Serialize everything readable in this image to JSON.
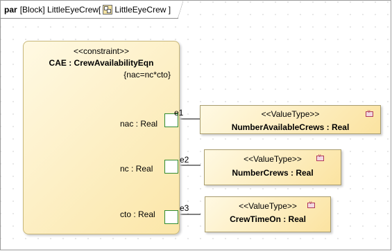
{
  "frame": {
    "keyword": "par",
    "header_text": "[Block] LittleEyeCrew[",
    "block_name": "LittleEyeCrew ]",
    "block_icon": "block-icon"
  },
  "constraint": {
    "stereotype": "<<constraint>>",
    "name": "CAE : CrewAvailabilityEqn",
    "expression": "{nac=nc*cto}",
    "params": [
      {
        "label": "nac : Real"
      },
      {
        "label": "nc : Real"
      },
      {
        "label": "cto : Real"
      }
    ]
  },
  "connectors": [
    "e1",
    "e2",
    "e3"
  ],
  "value_types": [
    {
      "stereotype": "<<ValueType>>",
      "name": "NumberAvailableCrews : Real",
      "icon": "value-type-icon"
    },
    {
      "stereotype": "<<ValueType>>",
      "name": "NumberCrews : Real",
      "icon": "value-type-icon"
    },
    {
      "stereotype": "<<ValueType>>",
      "name": "CrewTimeOn : Real",
      "icon": "value-type-icon"
    }
  ],
  "colors": {
    "block_fill": "#fbe6a8",
    "port_border": "#2f8a2f",
    "value_icon": "#b0385a"
  }
}
